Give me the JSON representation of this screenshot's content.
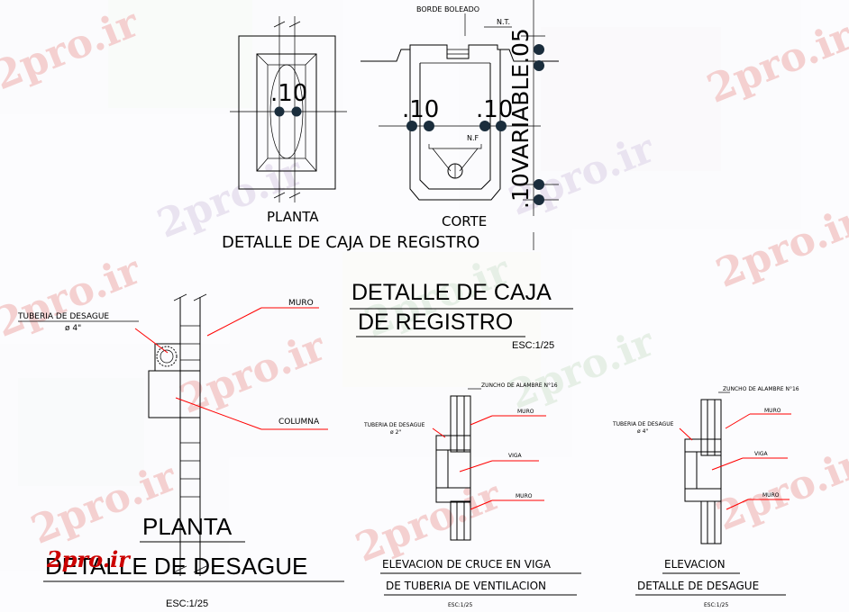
{
  "colors": {
    "line": "#000000",
    "leader": "#ff0000",
    "dimension_dot": "#1a2d3c",
    "dimension_text": "#3b5566",
    "watermark": "#f2c6c6",
    "watermark_red": "#cc0000"
  },
  "watermark": {
    "text": "2pro.ir"
  },
  "caja_registro": {
    "top_label": "BORDE BOLEADO",
    "nt_label": "N.T.",
    "nf_label": "N.F",
    "planta_label": "PLANTA",
    "corte_label": "CORTE",
    "caption": "DETALLE DE CAJA DE REGISTRO",
    "dim_planta": ".10",
    "dim_corte_left": ".10",
    "dim_corte_right": ".10",
    "dim_vertical": ".10VARIABLE.05"
  },
  "title_block": {
    "line1": "DETALLE DE CAJA",
    "line2": "DE REGISTRO",
    "scale": "ESC:1/25"
  },
  "desague_planta": {
    "tuberia_label": "TUBERIA DE DESAGUE",
    "tuberia_size": "ø 4\"",
    "muro_label": "MURO",
    "columna_label": "COLUMNA",
    "title": "PLANTA",
    "subtitle": "DETALLE DE  DESAGUE",
    "scale": "ESC:1/25"
  },
  "elevacion_viga": {
    "zuncho_label": "ZUNCHO DE ALAMBRE N°16",
    "tuberia_label": "TUBERIA DE DESAGUE",
    "tuberia_size": "ø 2\"",
    "muro_top": "MURO",
    "viga_label": "VIGA",
    "muro_bottom": "MURO",
    "caption1": "ELEVACION DE CRUCE EN VIGA",
    "caption2": "DE TUBERIA DE VENTILACION",
    "scale": "ESC:1/25"
  },
  "elevacion_desague": {
    "zuncho_label": "ZUNCHO DE ALAMBRE N°16",
    "tuberia_label": "TUBERIA DE DESAGUE",
    "tuberia_size": "ø 4\"",
    "muro_top": "MURO",
    "viga_label": "VIGA",
    "muro_bottom": "MURO",
    "caption1": "ELEVACION",
    "caption2": "DETALLE  DE  DESAGUE",
    "scale": "ESC:1/25"
  }
}
